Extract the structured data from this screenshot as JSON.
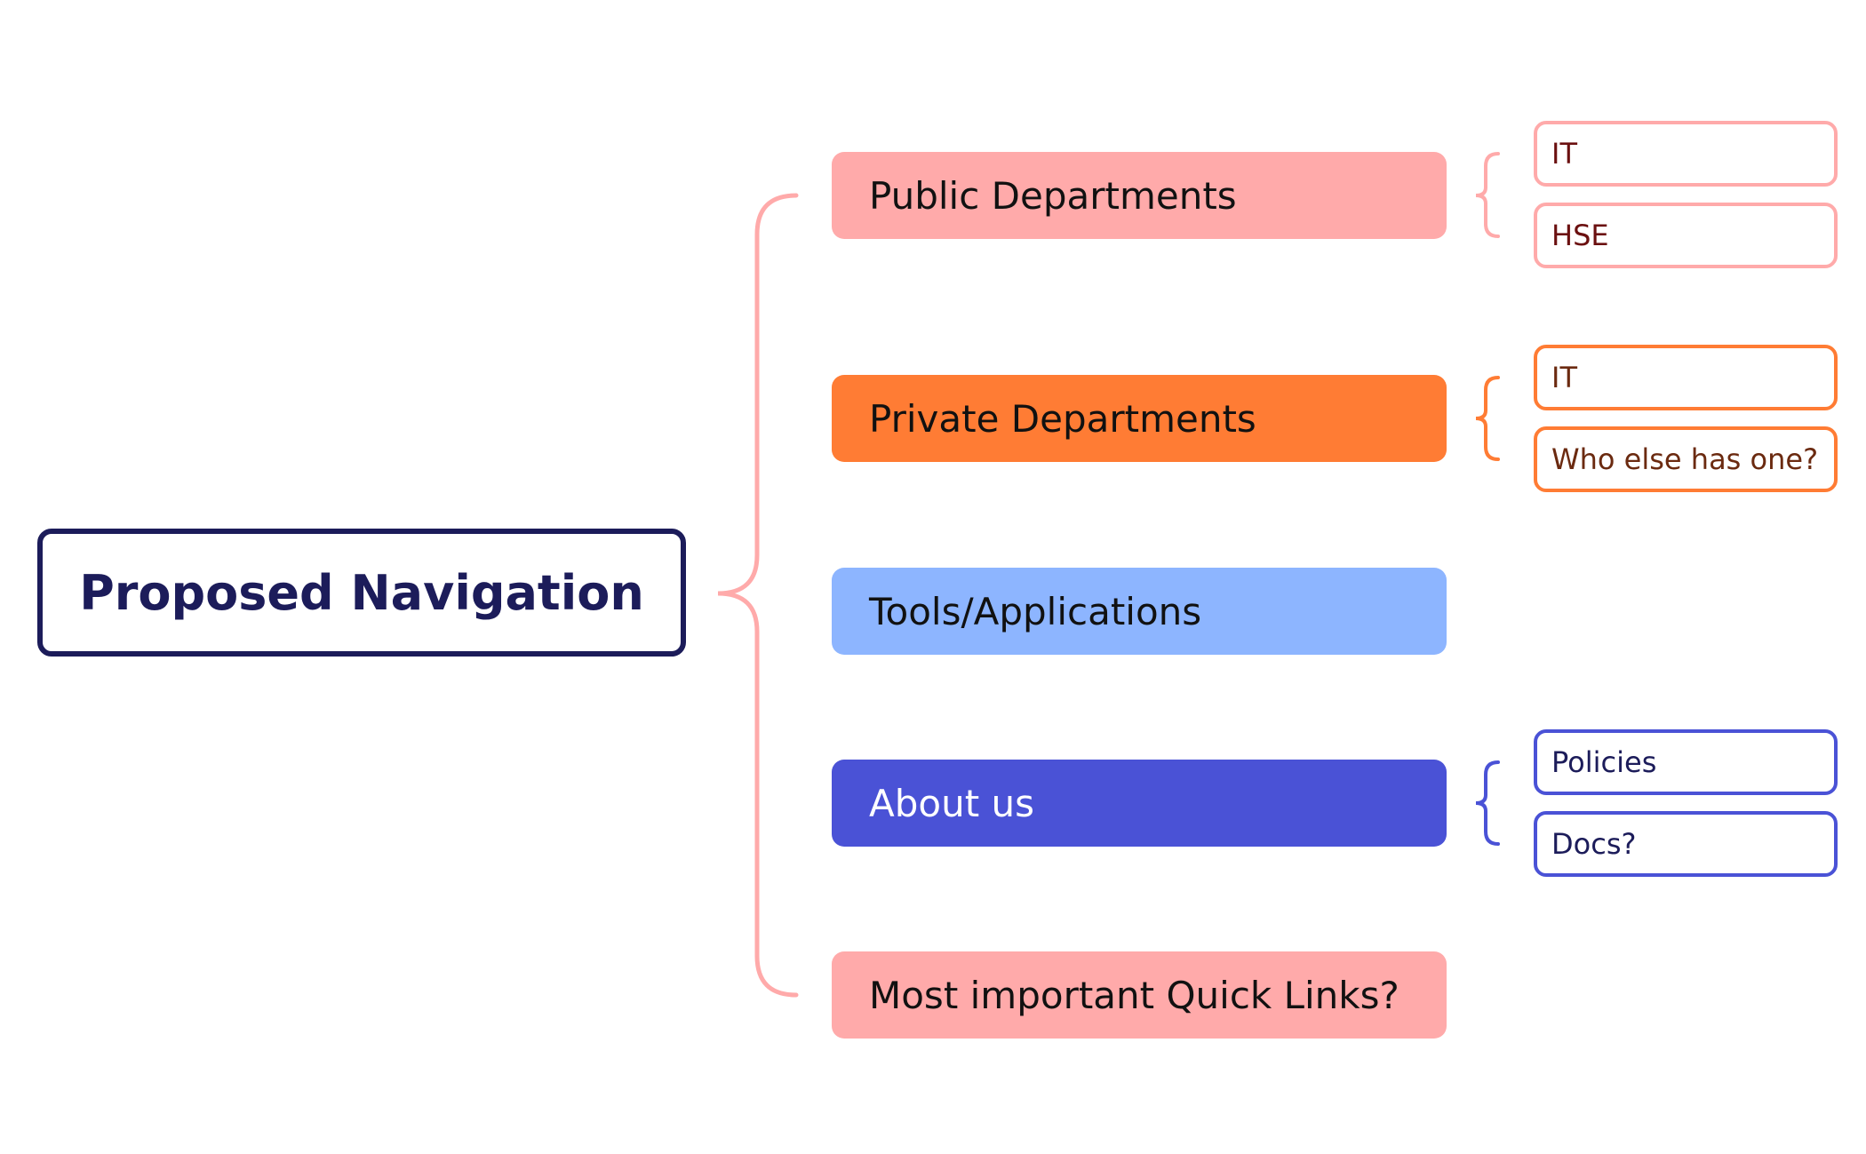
{
  "root": {
    "label": "Proposed Navigation"
  },
  "branches": [
    {
      "label": "Public Departments",
      "color": "#ffaaaa",
      "children": [
        "IT",
        "HSE"
      ]
    },
    {
      "label": "Private Departments",
      "color": "#ff7c34",
      "children": [
        "IT",
        "Who else has one?"
      ]
    },
    {
      "label": "Tools/Applications",
      "color": "#8db5ff",
      "children": []
    },
    {
      "label": "About us",
      "color": "#4a52d6",
      "children": [
        "Policies",
        "Docs?"
      ]
    },
    {
      "label": "Most important Quick Links?",
      "color": "#ffaaaa",
      "children": []
    }
  ],
  "colors": {
    "root_border": "#1c1c5a",
    "main_brace": "#ffaaaa",
    "public_brace": "#ffaaaa",
    "private_brace": "#ff7c34",
    "about_brace": "#4a52d6"
  }
}
